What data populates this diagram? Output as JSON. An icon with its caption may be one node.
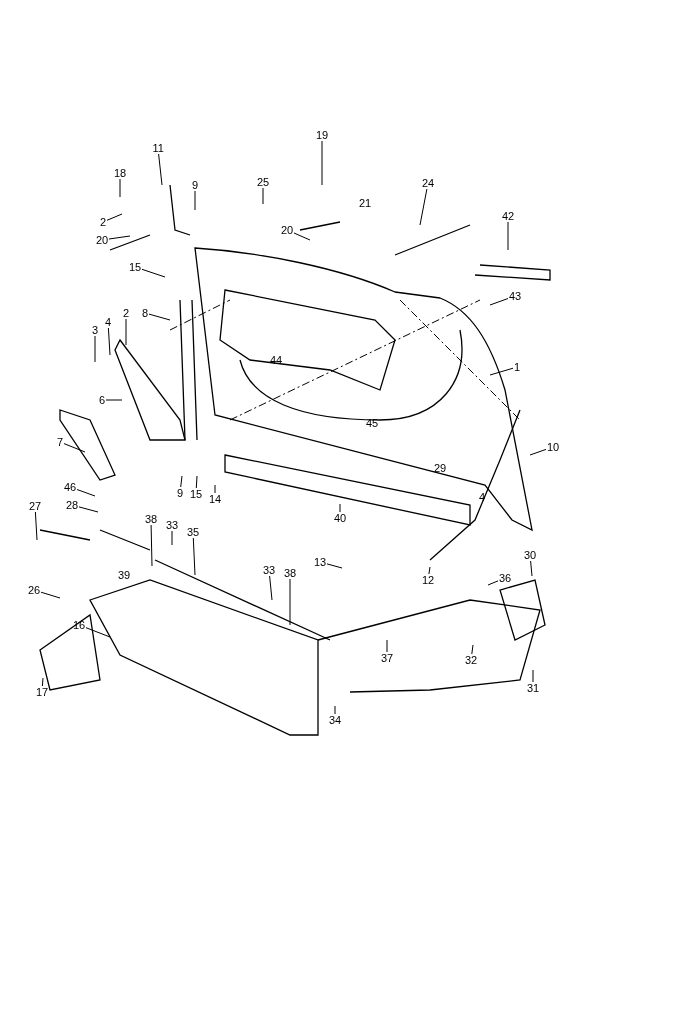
{
  "diagram": {
    "nodes": [
      {
        "text": [
          "19"
        ]
      },
      {
        "text": [
          "11"
        ]
      },
      {
        "text": [
          "18"
        ]
      },
      {
        "text": [
          "25"
        ]
      },
      {
        "text": [
          "24"
        ]
      },
      {
        "text": [
          "9"
        ]
      },
      {
        "text": [
          "42"
        ]
      },
      {
        "text": [
          "2"
        ]
      },
      {
        "text": [
          "20"
        ]
      },
      {
        "text": [
          "20"
        ]
      },
      {
        "text": [
          "15"
        ]
      },
      {
        "text": [
          "43"
        ]
      },
      {
        "text": [
          "2"
        ]
      },
      {
        "text": [
          "8"
        ]
      },
      {
        "text": [
          "4"
        ]
      },
      {
        "text": [
          "3"
        ]
      },
      {
        "text": [
          "1"
        ]
      },
      {
        "text": [
          "6"
        ]
      },
      {
        "text": [
          "7"
        ]
      },
      {
        "text": [
          "10"
        ]
      },
      {
        "text": [
          "46"
        ]
      },
      {
        "text": [
          "9"
        ]
      },
      {
        "text": [
          "15"
        ]
      },
      {
        "text": [
          "14"
        ]
      },
      {
        "text": [
          "28"
        ]
      },
      {
        "text": [
          "27"
        ]
      },
      {
        "text": [
          "40"
        ]
      },
      {
        "text": [
          "38"
        ]
      },
      {
        "text": [
          "33"
        ]
      },
      {
        "text": [
          "35"
        ]
      },
      {
        "text": [
          "30"
        ]
      },
      {
        "text": [
          "13"
        ]
      },
      {
        "text": [
          "33"
        ]
      },
      {
        "text": [
          "38"
        ]
      },
      {
        "text": [
          "36"
        ]
      },
      {
        "text": [
          "12"
        ]
      },
      {
        "text": [
          "26"
        ]
      },
      {
        "text": [
          "16"
        ]
      },
      {
        "text": [
          "37"
        ]
      },
      {
        "text": [
          "32"
        ]
      },
      {
        "text": [
          "31"
        ]
      },
      {
        "text": [
          "17"
        ]
      },
      {
        "text": [
          "34"
        ]
      }
    ],
    "edges": [
      {
        "from": 0,
        "to": null,
        "arrow": "none"
      },
      {
        "from": 1,
        "to": null,
        "arrow": "none"
      },
      {
        "from": 2,
        "to": null,
        "arrow": "none"
      },
      {
        "from": 3,
        "to": null,
        "arrow": "none"
      },
      {
        "from": 4,
        "to": null,
        "arrow": "none"
      },
      {
        "from": 5,
        "to": null,
        "arrow": "none"
      },
      {
        "from": 6,
        "to": null,
        "arrow": "none"
      },
      {
        "from": 7,
        "to": null,
        "arrow": "none"
      },
      {
        "from": 8,
        "to": null,
        "arrow": "none"
      },
      {
        "from": 9,
        "to": null,
        "arrow": "none"
      },
      {
        "from": 10,
        "to": null,
        "arrow": "none"
      },
      {
        "from": 11,
        "to": null,
        "arrow": "none"
      },
      {
        "from": 12,
        "to": null,
        "arrow": "none"
      },
      {
        "from": 13,
        "to": null,
        "arrow": "none"
      },
      {
        "from": 14,
        "to": null,
        "arrow": "none"
      },
      {
        "from": 15,
        "to": null,
        "arrow": "none"
      },
      {
        "from": 16,
        "to": null,
        "arrow": "none"
      },
      {
        "from": 17,
        "to": null,
        "arrow": "none"
      },
      {
        "from": 18,
        "to": null,
        "arrow": "none"
      },
      {
        "from": 19,
        "to": null,
        "arrow": "none"
      },
      {
        "from": 20,
        "to": null,
        "arrow": "none"
      },
      {
        "from": 21,
        "to": null,
        "arrow": "none"
      },
      {
        "from": 22,
        "to": null,
        "arrow": "none"
      },
      {
        "from": 23,
        "to": null,
        "arrow": "none"
      },
      {
        "from": 24,
        "to": null,
        "arrow": "none"
      },
      {
        "from": 25,
        "to": null,
        "arrow": "none"
      },
      {
        "from": 26,
        "to": null,
        "arrow": "none"
      },
      {
        "from": 27,
        "to": null,
        "arrow": "none"
      },
      {
        "from": 28,
        "to": null,
        "arrow": "none"
      },
      {
        "from": 29,
        "to": null,
        "arrow": "none"
      },
      {
        "from": 30,
        "to": null,
        "arrow": "none"
      },
      {
        "from": 31,
        "to": null,
        "arrow": "none"
      },
      {
        "from": 32,
        "to": null,
        "arrow": "none"
      },
      {
        "from": 33,
        "to": null,
        "arrow": "none"
      },
      {
        "from": 34,
        "to": null,
        "arrow": "none"
      },
      {
        "from": 35,
        "to": null,
        "arrow": "none"
      },
      {
        "from": 36,
        "to": null,
        "arrow": "none"
      },
      {
        "from": 37,
        "to": null,
        "arrow": "none"
      },
      {
        "from": 38,
        "to": null,
        "arrow": "none"
      },
      {
        "from": 39,
        "to": null,
        "arrow": "none"
      },
      {
        "from": 40,
        "to": null,
        "arrow": "none"
      },
      {
        "from": 41,
        "to": null,
        "arrow": "none"
      },
      {
        "from": 42,
        "to": null,
        "arrow": "none"
      }
    ],
    "labels": [
      "21",
      "44",
      "45",
      "29",
      "4",
      "39"
    ]
  }
}
